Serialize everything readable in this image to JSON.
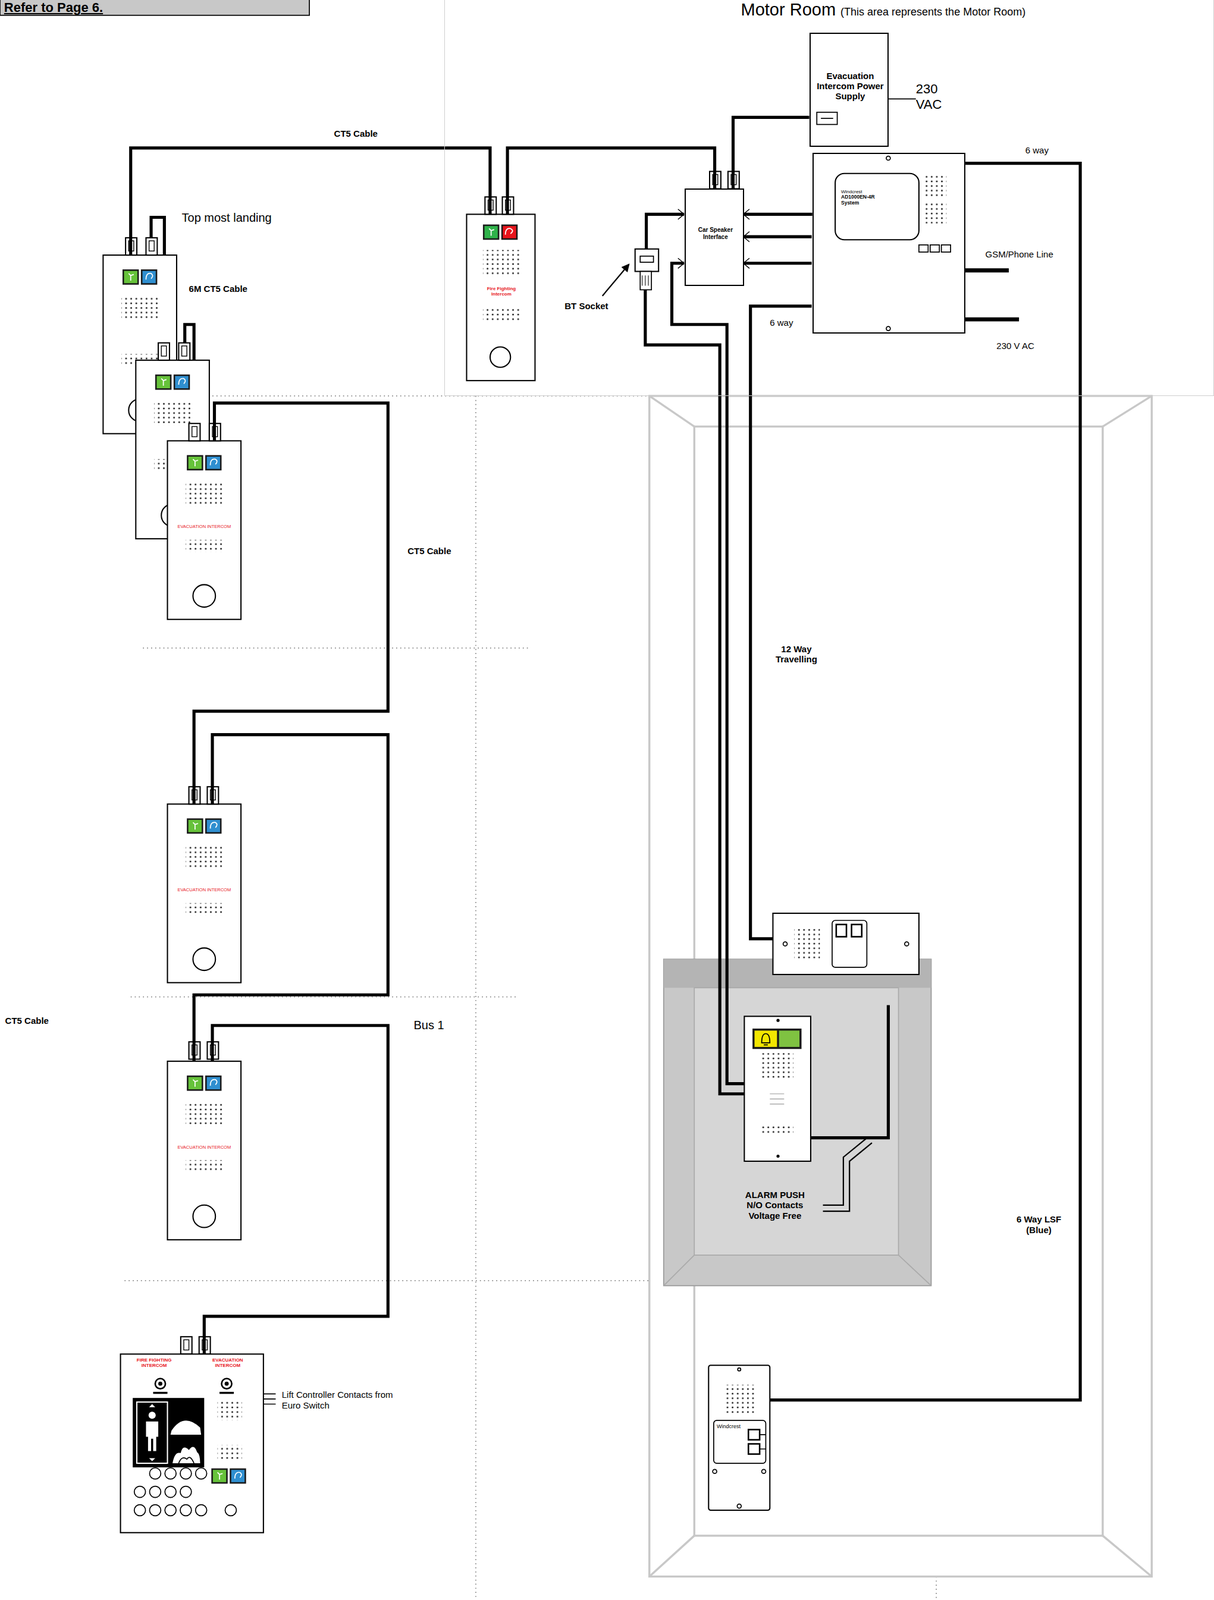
{
  "diagram": {
    "nodes": [
      {
        "text": [
          "Motor Room",
          "(This area represents the Motor Room)"
        ]
      },
      {
        "text": [
          "Evacuation Intercom Power Supply"
        ],
        "in": 0
      },
      {
        "text": [
          "Windcrest",
          "AD1000EN-4R System"
        ],
        "in": 0
      },
      {
        "text": [
          "Car Speaker Interface"
        ],
        "in": 0
      },
      {
        "text": [
          "Fire Fighting Intercom"
        ],
        "in": 0
      },
      {
        "text": [
          "Top most landing"
        ]
      },
      {
        "text": [
          "EVACUATION INTERCOM"
        ]
      },
      {
        "text": [
          "EVACUATION INTERCOM"
        ]
      },
      {
        "text": [
          "EVACUATION INTERCOM"
        ]
      },
      {
        "text": [
          "FIRE FIGHTING INTERCOM",
          "EVACUATION INTERCOM"
        ]
      },
      {
        "text": [
          "Windcrest"
        ]
      }
    ],
    "edges": [
      {
        "from": 5,
        "to": 4,
        "arrow": "none",
        "label": "CT5 Cable"
      },
      {
        "from": 6,
        "to": 7,
        "arrow": "none",
        "label": "CT5 Cable"
      },
      {
        "from": 7,
        "to": 8,
        "arrow": "none"
      },
      {
        "from": 8,
        "to": 9,
        "arrow": "none",
        "label": "Bus 1"
      },
      {
        "from": 4,
        "to": 3,
        "arrow": "none"
      },
      {
        "from": 1,
        "to": 3,
        "arrow": "none"
      },
      {
        "from": 3,
        "to": 2,
        "arrow": "none"
      },
      {
        "from": 2,
        "to": 10,
        "arrow": "none",
        "label": "6 way"
      }
    ],
    "labels": [
      "Refer to Page 6.",
      "230 VAC",
      "6M CT5 Cable",
      "BT Socket",
      "6 way",
      "GSM/Phone Line",
      "230 V AC",
      "12 Way Travelling",
      "ALARM PUSH N/O Contacts Voltage Free",
      "6 Way LSF (Blue)",
      "CT5 Cable",
      "Lift Controller Contacts from Euro Switch"
    ]
  }
}
